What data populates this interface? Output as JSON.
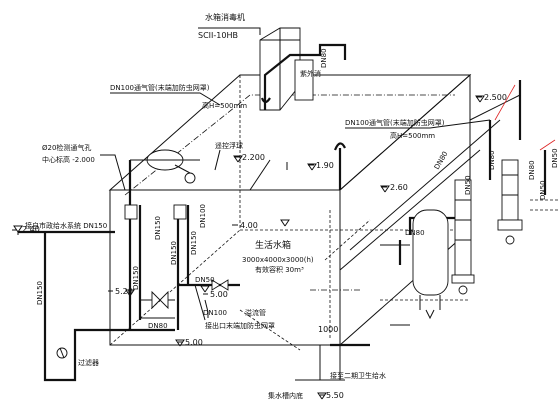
{
  "labels": {
    "disinfector_title": "水箱消毒机",
    "disinfector_model": "SCII-10HB",
    "dn80_top": "DN80",
    "dn100_vent_left": "DN100通气管(末端加防虫网罩)",
    "height_500_left": "高H=500mm",
    "sterilizer_room": "紫外消",
    "dn100_vent_right": "DN100通气管(末端加防虫网罩)",
    "height_500_right": "高H=500mm",
    "elev_2500": "2.500",
    "dn50_right": "DN50",
    "elev_2200": "2.200",
    "float_valve": "遥控浮球",
    "dn80_a": "DN80",
    "dn50_mid": "DN50",
    "dn80_b": "DN80",
    "dn80_c": "DN80",
    "dn50_pump": "DN50",
    "elev_190": "1.90",
    "elev_260": "2.60",
    "hole_title": "Ø20检测通气孔",
    "hole_elev": "中心标高 -2.000",
    "elev_400": "4.00",
    "tank_name": "生活水箱",
    "tank_size": "3000x4000x3000(h)",
    "tank_volume": "有效容积 30m³",
    "dn100_side": "DN100",
    "inlet_left": "接自市政给水系统 DN150",
    "elev_240": "2.40",
    "dn150_a": "DN150",
    "dn150_b": "DN150",
    "dn150_c": "DN150",
    "dn150_d": "DN150",
    "dn150_left": "DN150",
    "dn50_valve": "DN50",
    "dn80_pump2": "DN80",
    "elev_520": "5.20",
    "elev_500_a": "5.00",
    "dn100_overflow": "DN100",
    "overflow_label": "溢流管",
    "overflow_note": "接出口末端加防虫网罩",
    "dn80_d": "DN80",
    "elev_500_b": "5.00",
    "filter_label": "过滤器",
    "elev_550": "5.50",
    "dim_1000": "1000",
    "pump_outlet": "接至二期卫生给水",
    "sump_label": "集水槽内底"
  }
}
